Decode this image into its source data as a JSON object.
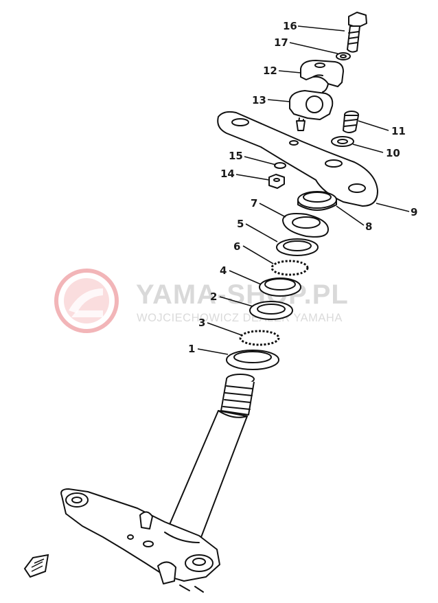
{
  "watermark": {
    "title": "YAMA-SHOP.PL",
    "subtitle": "WOJCIECHOWICZ DEALER YAMAHA",
    "logo_color": "#e8797d",
    "text_color": "#d9d9d9"
  },
  "callouts": [
    {
      "label": "16"
    },
    {
      "label": "17"
    },
    {
      "label": "12"
    },
    {
      "label": "13"
    },
    {
      "label": "11"
    },
    {
      "label": "10"
    },
    {
      "label": "15"
    },
    {
      "label": "14"
    },
    {
      "label": "9"
    },
    {
      "label": "8"
    },
    {
      "label": "7"
    },
    {
      "label": "5"
    },
    {
      "label": "6"
    },
    {
      "label": "4"
    },
    {
      "label": "2"
    },
    {
      "label": "3"
    },
    {
      "label": "1"
    }
  ],
  "corner_icon": "front-arrow-icon"
}
